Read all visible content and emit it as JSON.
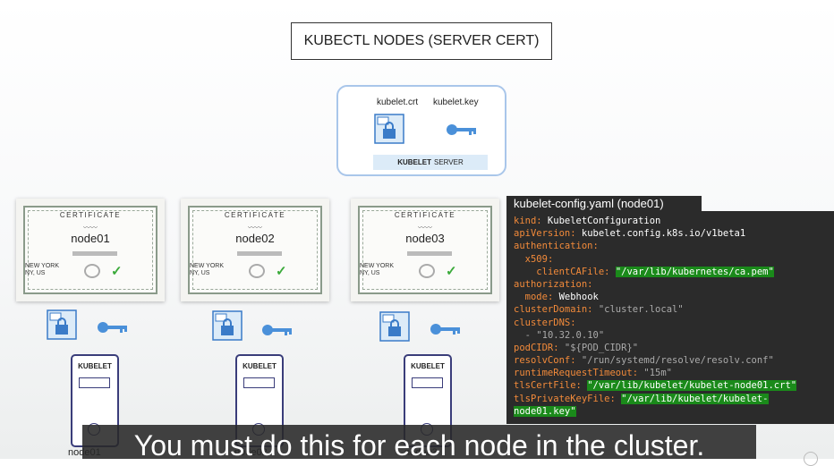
{
  "slide_title": "KUBECTL NODES (SERVER CERT)",
  "kubelet_server": {
    "crt_label": "kubelet.crt",
    "key_label": "kubelet.key",
    "bar_bold": "KUBELET",
    "bar_rest": "SERVER"
  },
  "certificates": [
    {
      "title": "CERTIFICATE",
      "node": "node01",
      "city": "NEW YORK",
      "region": "NY, US"
    },
    {
      "title": "CERTIFICATE",
      "node": "node02",
      "city": "NEW YORK",
      "region": "NY, US"
    },
    {
      "title": "CERTIFICATE",
      "node": "node03",
      "city": "NEW YORK",
      "region": "NY, US"
    }
  ],
  "servers": [
    {
      "label": "KUBELET"
    },
    {
      "label": "KUBELET"
    },
    {
      "label": "KUBELET"
    }
  ],
  "node_captions": [
    "node01",
    "node02",
    "node03"
  ],
  "yaml": {
    "header": "kubelet-config.yaml (node01)",
    "lines": [
      {
        "key": "kind:",
        "val": " KubeletConfiguration",
        "indent": ""
      },
      {
        "key": "apiVersion:",
        "val": " kubelet.config.k8s.io/v1beta1",
        "indent": ""
      },
      {
        "key": "authentication:",
        "val": "",
        "indent": ""
      },
      {
        "key": "x509:",
        "val": "",
        "indent": "  "
      },
      {
        "key": "clientCAFile:",
        "val": "\"/var/lib/kubernetes/ca.pem\"",
        "indent": "    ",
        "highlight": true
      },
      {
        "key": "authorization:",
        "val": "",
        "indent": ""
      },
      {
        "key": "mode:",
        "val": " Webhook",
        "indent": "  "
      },
      {
        "key": "clusterDomain:",
        "val": " \"cluster.local\"",
        "indent": "",
        "quote": true
      },
      {
        "key": "clusterDNS:",
        "val": "",
        "indent": ""
      },
      {
        "key": "",
        "val": "- \"10.32.0.10\"",
        "indent": "  ",
        "quote": true
      },
      {
        "key": "podCIDR:",
        "val": " \"${POD_CIDR}\"",
        "indent": "",
        "quote": true
      },
      {
        "key": "resolvConf:",
        "val": " \"/run/systemd/resolve/resolv.conf\"",
        "indent": "",
        "quote": true
      },
      {
        "key": "runtimeRequestTimeout:",
        "val": " \"15m\"",
        "indent": "",
        "quote": true
      },
      {
        "key": "tlsCertFile:",
        "val": "\"/var/lib/kubelet/kubelet-node01.crt\"",
        "indent": "",
        "highlight": true
      },
      {
        "key": "tlsPrivateKeyFile:",
        "val": "\"/var/lib/kubelet/kubelet-",
        "indent": "",
        "highlight": true
      },
      {
        "key": "",
        "val": "node01.key\"",
        "indent": "",
        "highlight": true
      }
    ]
  },
  "subtitle": "You must do this for each node in the cluster."
}
